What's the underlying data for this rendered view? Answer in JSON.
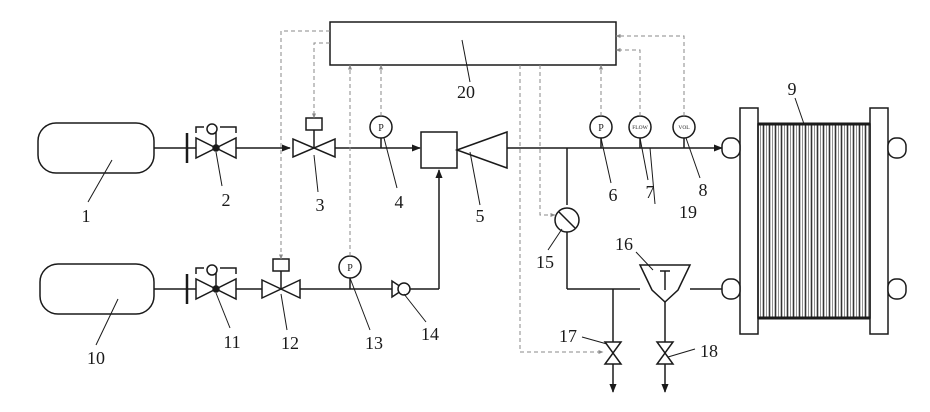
{
  "labels": {
    "n1": "1",
    "n2": "2",
    "n3": "3",
    "n4": "4",
    "n5": "5",
    "n6": "6",
    "n7": "7",
    "n8": "8",
    "n9": "9",
    "n10": "10",
    "n11": "11",
    "n12": "12",
    "n13": "13",
    "n14": "14",
    "n15": "15",
    "n16": "16",
    "n17": "17",
    "n18": "18",
    "n19": "19",
    "n20": "20"
  },
  "gauges": {
    "pressure": "P",
    "sensor7": "FLOW",
    "sensor8": "VOL"
  },
  "colors": {
    "line": "#1a1a1a",
    "signal": "#8a8a8a",
    "background": "#ffffff"
  }
}
